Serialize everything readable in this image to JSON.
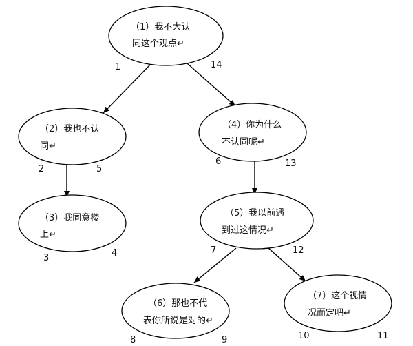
{
  "diagram": {
    "nodes": [
      {
        "id": "n1",
        "line1": "（1）我不大认",
        "line2": "同这个观点↵",
        "left": "1",
        "right": "14"
      },
      {
        "id": "n2",
        "line1": "（2）我也不认",
        "line2": "同↵",
        "left": "2",
        "right": "5"
      },
      {
        "id": "n3",
        "line1": "（3）我同意楼",
        "line2": "上↵",
        "left": "3",
        "right": "4"
      },
      {
        "id": "n4",
        "line1": "（4）你为什么",
        "line2": "不认同呢↵",
        "left": "6",
        "right": "13"
      },
      {
        "id": "n5",
        "line1": "（5）我以前遇",
        "line2": "到过这情况↵",
        "left": "7",
        "right": "12"
      },
      {
        "id": "n6",
        "line1": "（6）那也不代",
        "line2": "表你所说是对的↵",
        "left": "8",
        "right": "9"
      },
      {
        "id": "n7",
        "line1": "（7）这个视情",
        "line2": "况而定吧↵",
        "left": "10",
        "right": "11"
      }
    ]
  }
}
